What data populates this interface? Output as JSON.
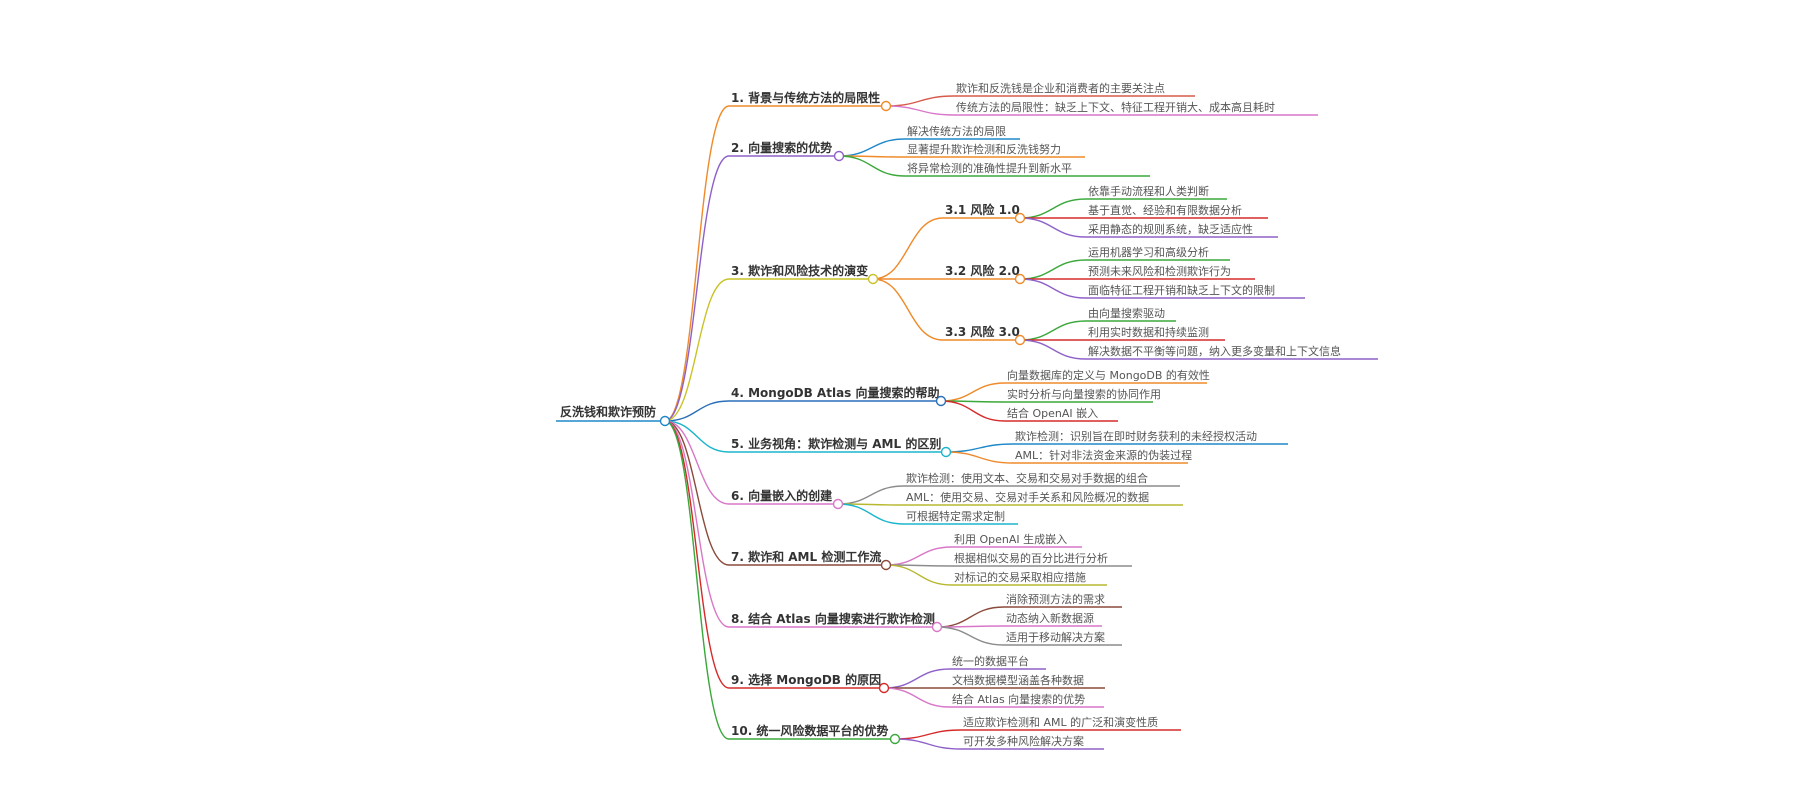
{
  "root": {
    "label": "反洗钱和欺诈预防",
    "color": "#1e88c8"
  },
  "topics": [
    {
      "label": "1. 背景与传统方法的局限性",
      "color": "#ef8a2a",
      "leaves": [
        {
          "label": "欺诈和反洗钱是企业和消费者的主要关注点",
          "color": "#d75a4a"
        },
        {
          "label": "传统方法的局限性：缺乏上下文、特征工程开销大、成本高且耗时",
          "color": "#d877c8"
        }
      ]
    },
    {
      "label": "2. 向量搜索的优势",
      "color": "#8e61c9",
      "leaves": [
        {
          "label": "解决传统方法的局限",
          "color": "#1e88c8"
        },
        {
          "label": "显著提升欺诈检测和反洗钱努力",
          "color": "#ef8a2a"
        },
        {
          "label": "将异常检测的准确性提升到新水平",
          "color": "#3aa83a"
        }
      ]
    },
    {
      "label": "3. 欺诈和风险技术的演变",
      "color": "#c9c227",
      "subs": [
        {
          "label": "3.1 风险 1.0",
          "color": "#ef8a2a",
          "leaves": [
            {
              "label": "依靠手动流程和人类判断",
              "color": "#3aa83a"
            },
            {
              "label": "基于直觉、经验和有限数据分析",
              "color": "#d62a2a"
            },
            {
              "label": "采用静态的规则系统，缺乏适应性",
              "color": "#8e61c9"
            }
          ]
        },
        {
          "label": "3.2 风险 2.0",
          "color": "#ef8a2a",
          "leaves": [
            {
              "label": "运用机器学习和高级分析",
              "color": "#3aa83a"
            },
            {
              "label": "预测未来风险和检测欺诈行为",
              "color": "#d62a2a"
            },
            {
              "label": "面临特征工程开销和缺乏上下文的限制",
              "color": "#8e61c9"
            }
          ]
        },
        {
          "label": "3.3 风险 3.0",
          "color": "#ef8a2a",
          "leaves": [
            {
              "label": "由向量搜索驱动",
              "color": "#3aa83a"
            },
            {
              "label": "利用实时数据和持续监测",
              "color": "#d62a2a"
            },
            {
              "label": "解决数据不平衡等问题，纳入更多变量和上下文信息",
              "color": "#8e61c9"
            }
          ]
        }
      ]
    },
    {
      "label": "4. MongoDB Atlas 向量搜索的帮助",
      "color": "#2a6fb8",
      "leaves": [
        {
          "label": "向量数据库的定义与 MongoDB 的有效性",
          "color": "#ef8a2a"
        },
        {
          "label": "实时分析与向量搜索的协同作用",
          "color": "#3aa83a"
        },
        {
          "label": "结合 OpenAI 嵌入",
          "color": "#d62a2a"
        }
      ]
    },
    {
      "label": "5. 业务视角：欺诈检测与 AML 的区别",
      "color": "#1bb5cc",
      "leaves": [
        {
          "label": "欺诈检测：识别旨在即时财务获利的未经授权活动",
          "color": "#1e88c8"
        },
        {
          "label": "AML：针对非法资金来源的伪装过程",
          "color": "#ef8a2a"
        }
      ]
    },
    {
      "label": "6. 向量嵌入的创建",
      "color": "#d877c8",
      "leaves": [
        {
          "label": "欺诈检测：使用文本、交易和交易对手数据的组合",
          "color": "#8c8c8c"
        },
        {
          "label": "AML：使用交易、交易对手关系和风险概况的数据",
          "color": "#b8b830"
        },
        {
          "label": "可根据特定需求定制",
          "color": "#1bb5cc"
        }
      ]
    },
    {
      "label": "7. 欺诈和 AML 检测工作流",
      "color": "#8b4a3a",
      "leaves": [
        {
          "label": "利用 OpenAI 生成嵌入",
          "color": "#d877c8"
        },
        {
          "label": "根据相似交易的百分比进行分析",
          "color": "#8c8c8c"
        },
        {
          "label": "对标记的交易采取相应措施",
          "color": "#b8b830"
        }
      ]
    },
    {
      "label": "8. 结合 Atlas 向量搜索进行欺诈检测",
      "color": "#d877c8",
      "leaves": [
        {
          "label": "消除预测方法的需求",
          "color": "#8b4a3a"
        },
        {
          "label": "动态纳入新数据源",
          "color": "#d877c8"
        },
        {
          "label": "适用于移动解决方案",
          "color": "#8c8c8c"
        }
      ]
    },
    {
      "label": "9. 选择 MongoDB 的原因",
      "color": "#d62a2a",
      "leaves": [
        {
          "label": "统一的数据平台",
          "color": "#8e61c9"
        },
        {
          "label": "文档数据模型涵盖各种数据",
          "color": "#8b4a3a"
        },
        {
          "label": "结合 Atlas 向量搜索的优势",
          "color": "#d877c8"
        }
      ]
    },
    {
      "label": "10. 统一风险数据平台的优势",
      "color": "#3aa83a",
      "leaves": [
        {
          "label": "适应欺诈检测和 AML 的广泛和演变性质",
          "color": "#d62a2a"
        },
        {
          "label": "可开发多种风险解决方案",
          "color": "#8e61c9"
        }
      ]
    }
  ]
}
